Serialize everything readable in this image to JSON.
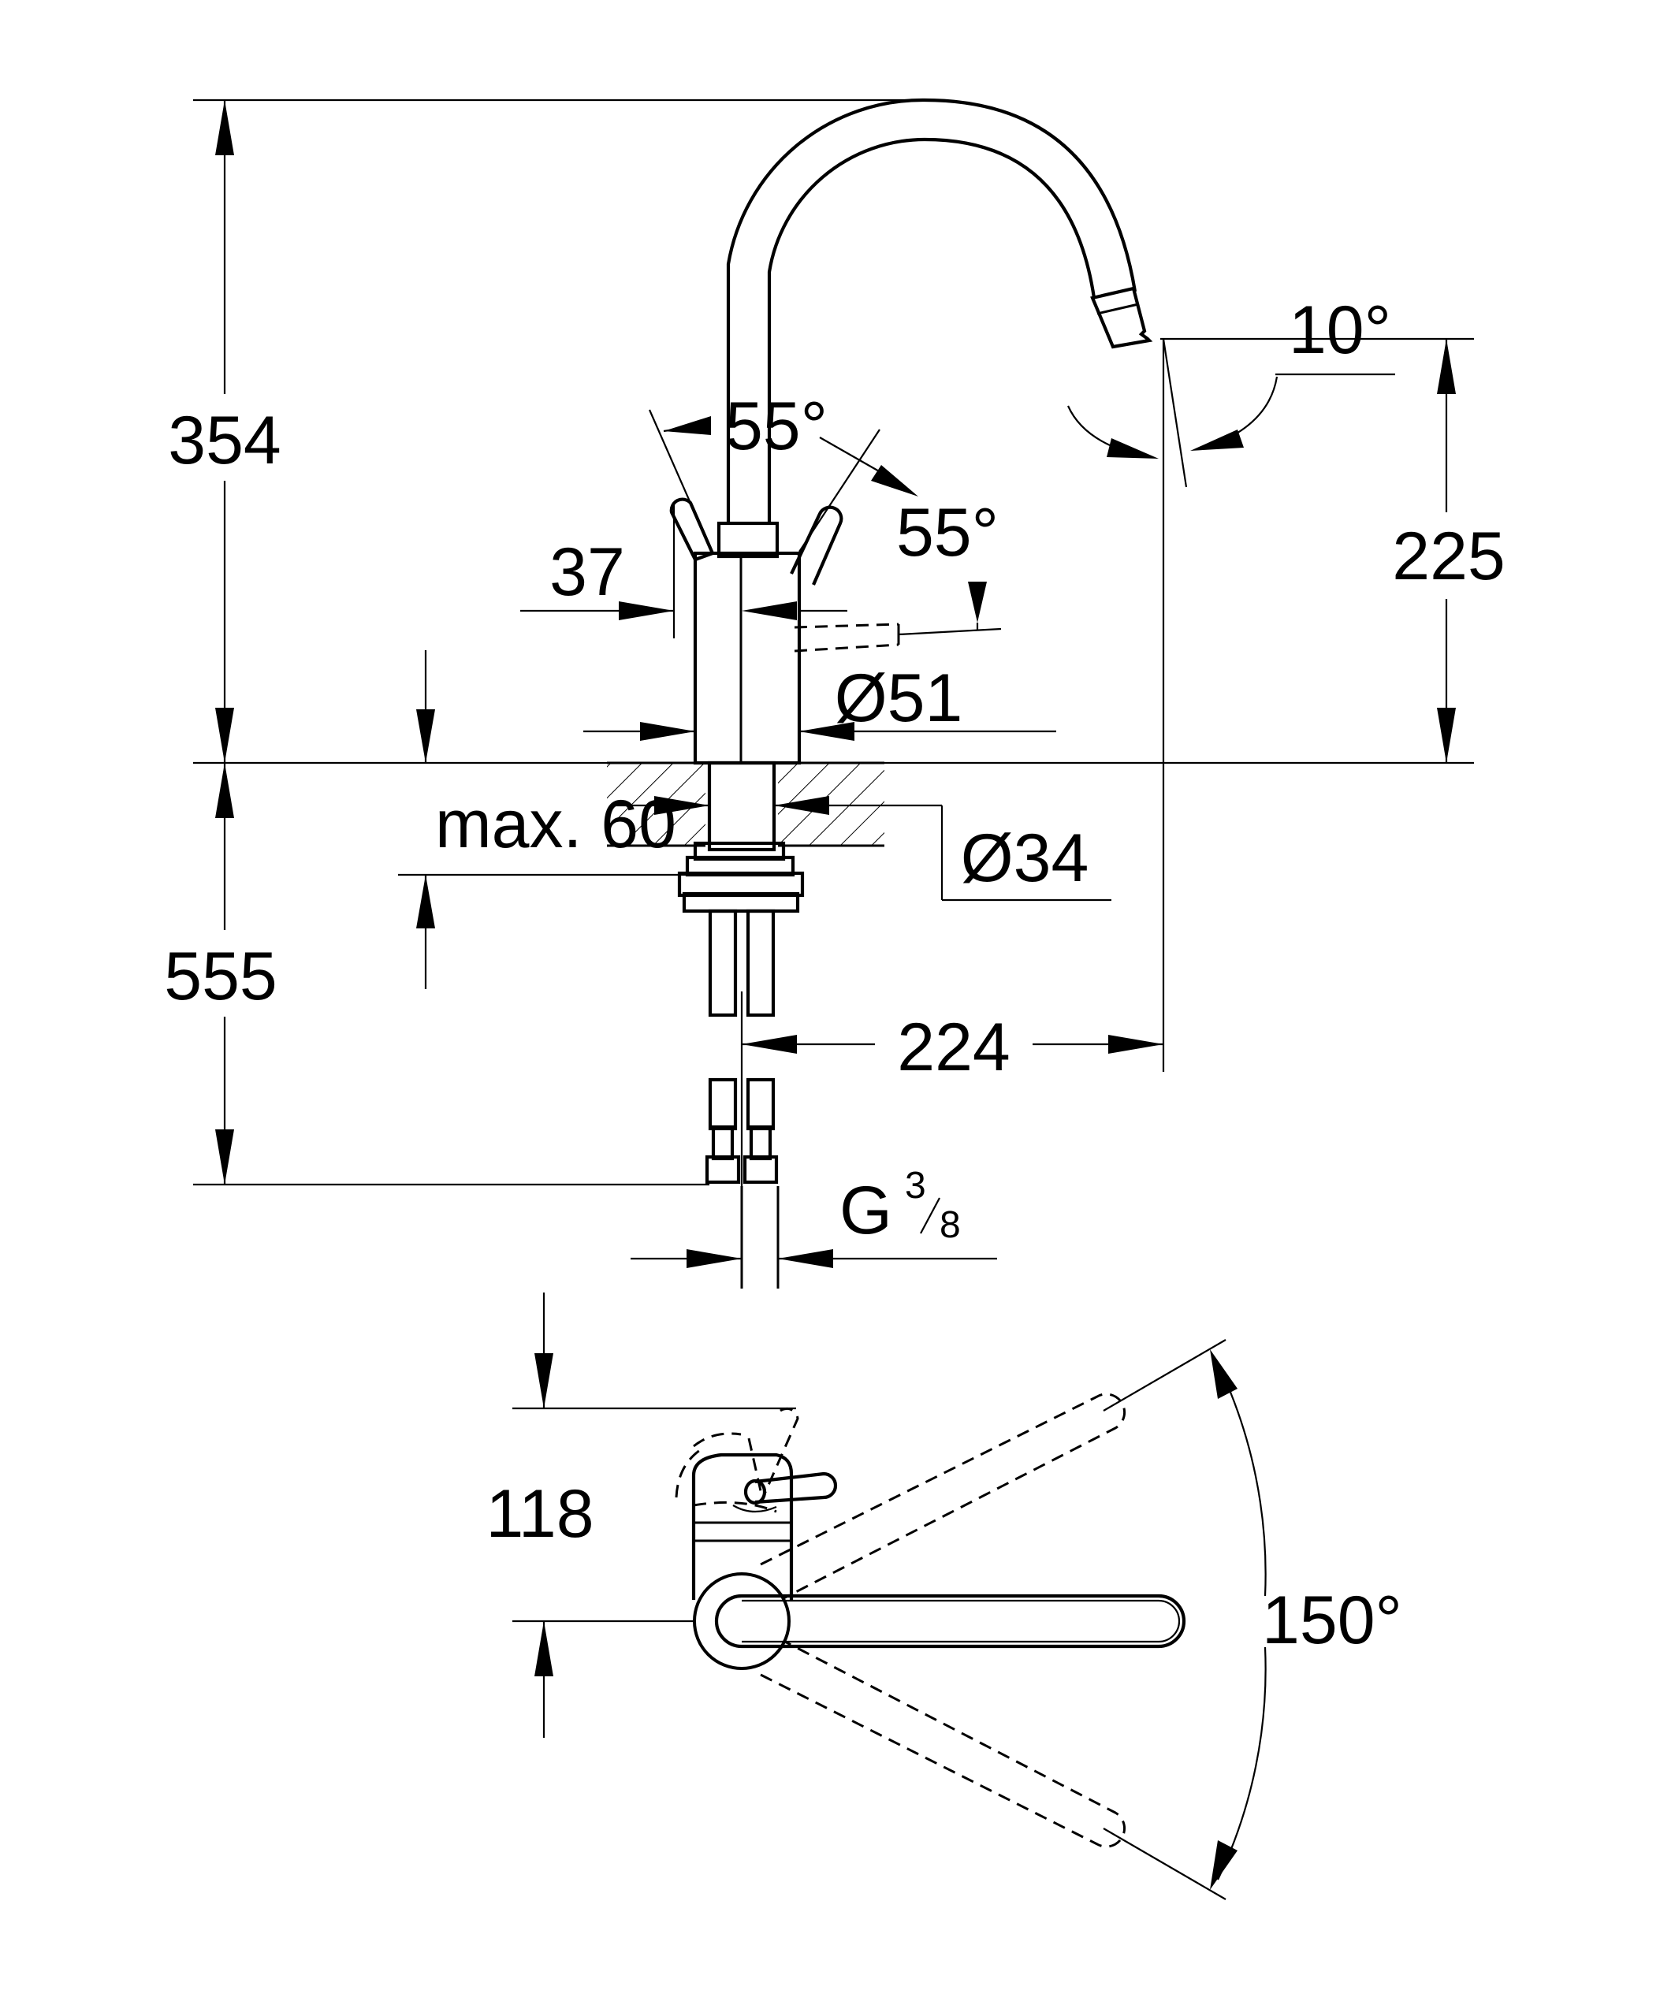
{
  "dimensions": {
    "height_total": "354",
    "height_spout": "225",
    "below_deck": "555",
    "lever_offset": "37",
    "spout_angle": "10°",
    "lever_angle_left": "55°",
    "lever_angle_right": "55°",
    "body_diameter": "Ø51",
    "hole_diameter": "Ø34",
    "deck_thickness": "max. 60",
    "spout_reach": "224",
    "connection_main": "G",
    "connection_num": "3",
    "connection_den": "8",
    "top_offset": "118",
    "swivel_angle": "150°"
  }
}
